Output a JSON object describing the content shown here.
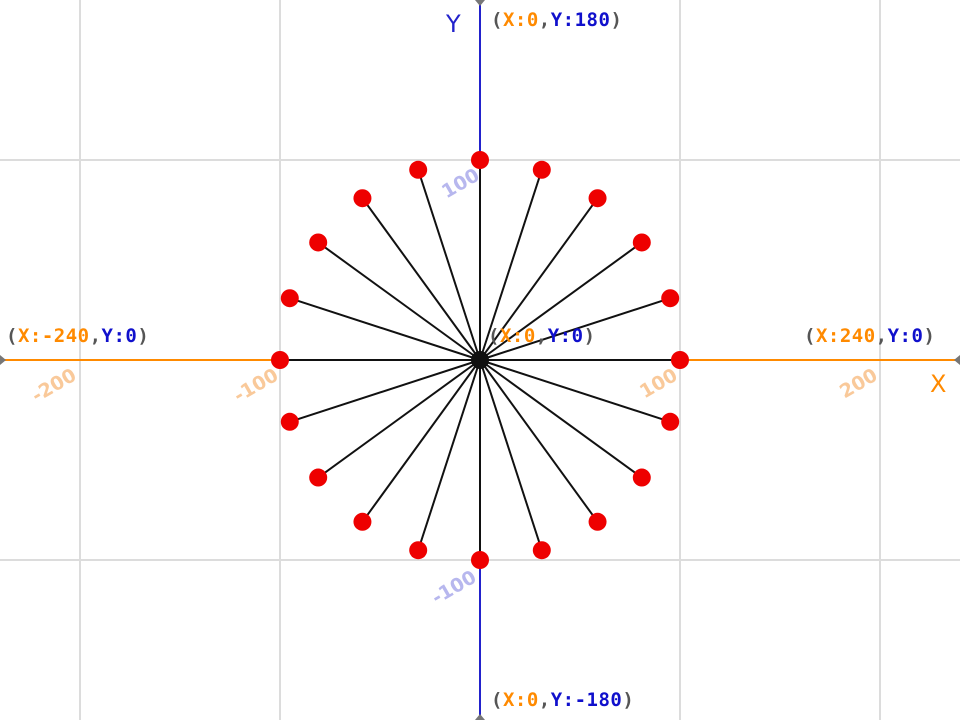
{
  "colors": {
    "x_axis": "#ff8a00",
    "y_axis": "#2222cc",
    "grid": "#dcdcdc",
    "spoke": "#111111",
    "point": "#ee0000",
    "x_tick_label": "#f9c99a",
    "y_tick_label": "#b7b7ee"
  },
  "stage": {
    "x_range": [
      -240,
      240
    ],
    "y_range": [
      -180,
      180
    ],
    "grid_spacing": 100
  },
  "axes": {
    "x_name": "X",
    "y_name": "Y"
  },
  "coord_labels": {
    "top": {
      "x": "X:0",
      "y": "Y:180"
    },
    "bottom": {
      "x": "X:0",
      "y": "Y:-180"
    },
    "left": {
      "x": "X:-240",
      "y": "Y:0"
    },
    "right": {
      "x": "X:240",
      "y": "Y:0"
    },
    "center": {
      "x": "X:0",
      "y": "Y:0"
    }
  },
  "ticks": {
    "x_neg_200": "-200",
    "x_neg_100": "-100",
    "x_pos_100": "100",
    "x_pos_200": "200",
    "y_pos_100": "100",
    "y_neg_100": "-100"
  },
  "figure": {
    "center": [
      0,
      0
    ],
    "radius": 100,
    "point_count": 20,
    "angle_step_degrees": 18
  }
}
